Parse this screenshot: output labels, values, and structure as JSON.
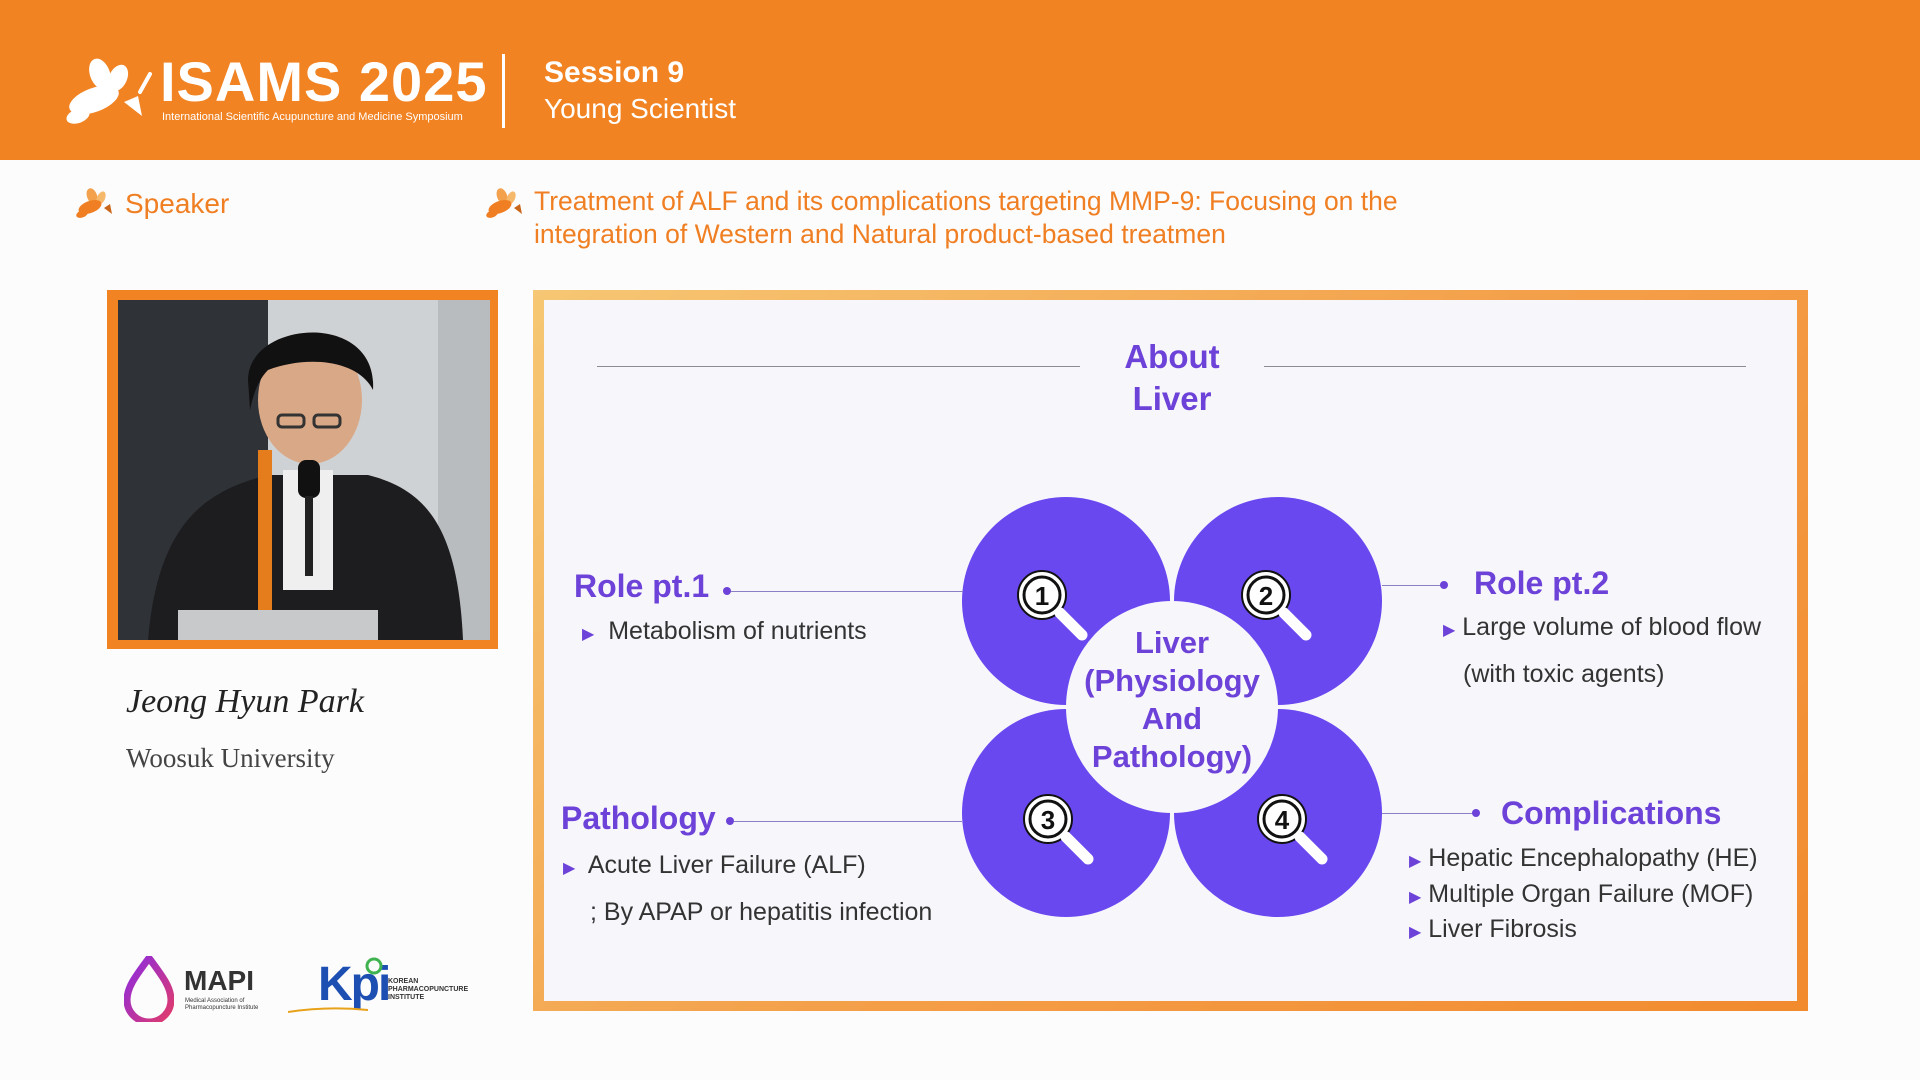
{
  "header": {
    "logo_title": "ISAMS 2025",
    "logo_subtitle": "International Scientific Acupuncture and Medicine Symposium",
    "session_title": "Session 9",
    "session_subtitle": "Young Scientist"
  },
  "labels": {
    "speaker": "Speaker",
    "talk_title": "Treatment of ALF and its complications targeting MMP-9: Focusing on the integration of Western and Natural product-based treatmen"
  },
  "speaker": {
    "name": "Jeong Hyun Park",
    "affiliation": "Woosuk University"
  },
  "sponsors": {
    "mapi_name": "MAPI",
    "mapi_sub": "Medical Association of Pharmacopuncture Institute",
    "kpi_name": "Kpi",
    "kpi_sub": "KOREAN PHARMACOPUNCTURE INSTITUTE"
  },
  "slide": {
    "title_line1": "About",
    "title_line2": "Liver",
    "center_line1": "Liver",
    "center_line2": "(Physiology",
    "center_line3": "And",
    "center_line4": "Pathology)",
    "numbers": [
      "1",
      "2",
      "3",
      "4"
    ],
    "role1": {
      "title": "Role pt.1",
      "items": [
        "Metabolism of nutrients"
      ]
    },
    "role2": {
      "title": "Role pt.2",
      "items": [
        "Large volume of blood flow",
        "(with toxic agents)"
      ]
    },
    "pathology": {
      "title": "Pathology",
      "items": [
        "Acute Liver Failure (ALF)",
        "; By APAP or hepatitis infection"
      ]
    },
    "complications": {
      "title": "Complications",
      "items": [
        "Hepatic Encephalopathy (HE)",
        "Multiple Organ Failure (MOF)",
        "Liver Fibrosis"
      ]
    }
  },
  "colors": {
    "header_orange": "#f18323",
    "accent_purple": "#6c42d8",
    "circle_purple": "#6a48f0"
  }
}
